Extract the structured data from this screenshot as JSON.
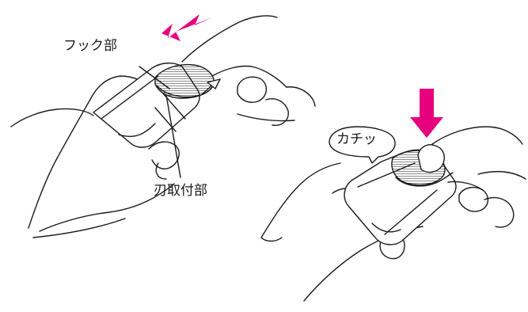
{
  "labels": {
    "hook": "フック部",
    "blade_mount": "刃取付部",
    "click_sound": "カチッ"
  },
  "colors": {
    "arrow": "#e6007e",
    "line": "#1a1a1a",
    "paper": "#ffffff"
  }
}
